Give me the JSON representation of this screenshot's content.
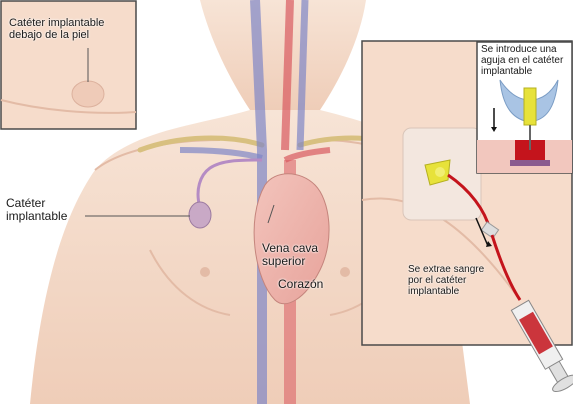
{
  "labels": {
    "inset_under_skin": "Catéter implantable\ndebajo de la piel",
    "catheter_implantable": "Catéter\nimplantable",
    "vena_cava": "Vena cava\nsuperior",
    "heart": "Corazón",
    "needle_inserted": "Se introduce una\naguja en el catéter\nimplantable",
    "blood_drawn": "Se extrae sangre\npor el catéter\nimplantable"
  },
  "colors": {
    "skin": "#f4d9c8",
    "skin_shadow": "#e3bba6",
    "vein": "#7f86c6",
    "artery": "#d85a60",
    "port": "#c9a9c6",
    "catheter": "#b58cc4",
    "needle_hub": "#e7e23a",
    "blood": "#c4141c",
    "inset_border": "#4a4a4a"
  }
}
